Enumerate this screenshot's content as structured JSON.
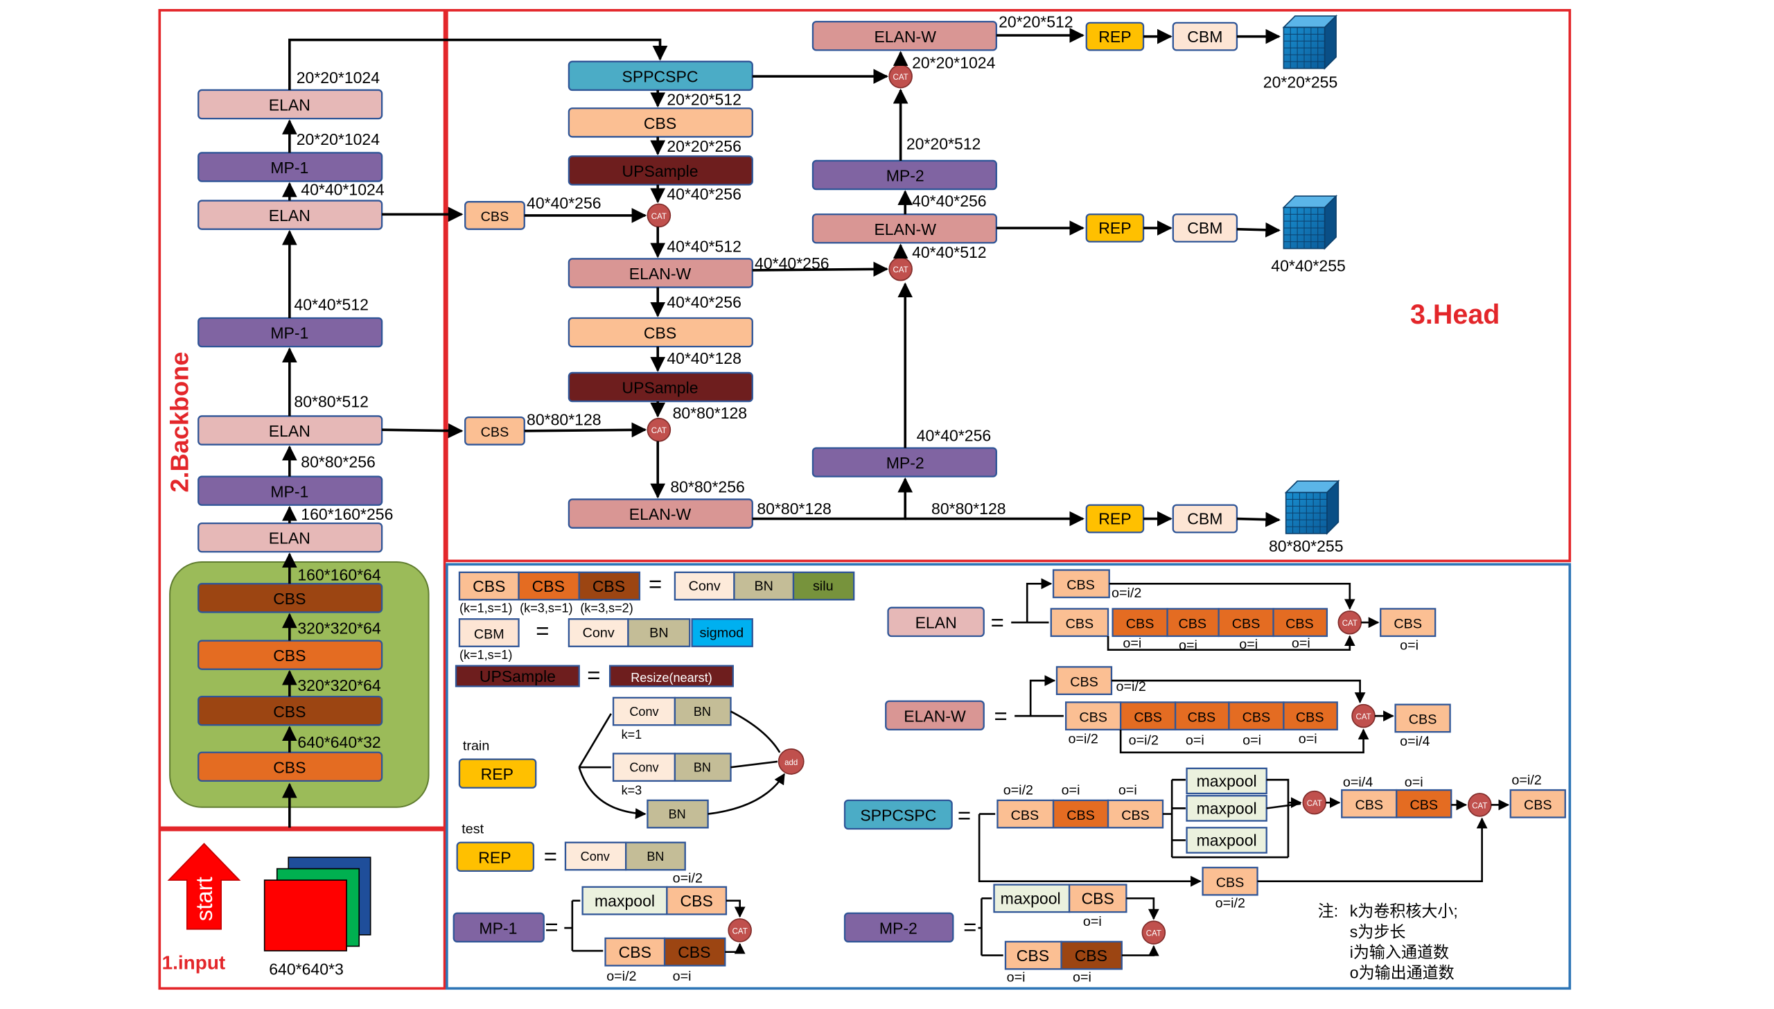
{
  "sections": {
    "input": "1.input",
    "backbone": "2.Backbone",
    "head": "3.Head",
    "start": "start"
  },
  "input_size": "640*640*3",
  "backbone": {
    "nodes": {
      "cbs1": "CBS",
      "cbs2": "CBS",
      "cbs3": "CBS",
      "cbs4": "CBS",
      "elan1": "ELAN",
      "mp1a": "MP-1",
      "elan2": "ELAN",
      "mp1b": "MP-1",
      "elan3": "ELAN",
      "mp1c": "MP-1",
      "elan4": "ELAN"
    },
    "dims": {
      "d1": "640*640*32",
      "d2": "320*320*64",
      "d3": "320*320*64",
      "d4": "160*160*64",
      "d5": "160*160*256",
      "d6": "80*80*256",
      "d7": "80*80*512",
      "d8": "40*40*512",
      "d9": "40*40*1024",
      "d10": "20*20*1024",
      "d11": "20*20*1024"
    }
  },
  "head": {
    "nodes": {
      "sppcspc": "SPPCSPC",
      "cbs_a": "CBS",
      "ups_a": "UPSample",
      "elanw_a": "ELAN-W",
      "cbs_b": "CBS",
      "ups_b": "UPSample",
      "elanw_b": "ELAN-W",
      "mp2_a": "MP-2",
      "elanw_c": "ELAN-W",
      "mp2_b": "MP-2",
      "elanw_d": "ELAN-W",
      "cbs_l1": "CBS",
      "cbs_l2": "CBS",
      "rep1": "REP",
      "cbm1": "CBM",
      "rep2": "REP",
      "cbm2": "CBM",
      "rep3": "REP",
      "cbm3": "CBM",
      "cat": "CAT"
    },
    "dims": {
      "h1": "20*20*512",
      "h2": "20*20*256",
      "h3": "40*40*256",
      "h4": "40*40*256",
      "h5": "40*40*512",
      "h6": "40*40*256",
      "h7": "40*40*256",
      "h8": "40*40*128",
      "h9": "80*80*128",
      "h10": "80*80*128",
      "h11": "80*80*256",
      "h12": "80*80*128",
      "h13": "80*80*128",
      "h14": "40*40*256",
      "h15": "40*40*256",
      "h16": "40*40*512",
      "h17": "20*20*512",
      "h18": "20*20*512",
      "h19": "20*20*1024"
    },
    "outputs": [
      "20*20*255",
      "40*40*255",
      "80*80*255"
    ]
  },
  "legend": {
    "cbs": "CBS",
    "cbm": "CBM",
    "conv": "Conv",
    "bn": "BN",
    "silu": "silu",
    "sigmod": "sigmod",
    "upsample": "UPSample",
    "resize": "Resize(nearst)",
    "k1s1": "(k=1,s=1)",
    "k3s1": "(k=3,s=1)",
    "k3s2": "(k=3,s=2)",
    "cbm_k": "(k=1,s=1)",
    "train": "train",
    "test": "test",
    "rep": "REP",
    "add": "add",
    "k1": "k=1",
    "k3": "k=3",
    "mp1": "MP-1",
    "mp2": "MP-2",
    "maxpool": "maxpool",
    "elan": "ELAN",
    "elanw": "ELAN-W",
    "sppcspc": "SPPCSPC",
    "cat": "CAT",
    "eq": "=",
    "o_i": "o=i",
    "o_i2": "o=i/2",
    "o_i4": "o=i/4"
  },
  "notes": {
    "title": "注:",
    "lines": [
      "k为卷积核大小;",
      "s为步长",
      "i为输入通道数",
      "o为输出通道数"
    ]
  },
  "colors": {
    "elan": "#e6b8b7",
    "mp": "#8064a2",
    "cbs_light": "#fbbf93",
    "cbs_orange": "#e46c22",
    "cbs_brown": "#9c4512",
    "ups": "#6e1e1e",
    "elanw": "#d99694",
    "spp": "#4bacc6",
    "rep": "#ffc000",
    "cbm": "#fde5d4",
    "cat": "#c0504d",
    "green": "#9bbb59"
  }
}
